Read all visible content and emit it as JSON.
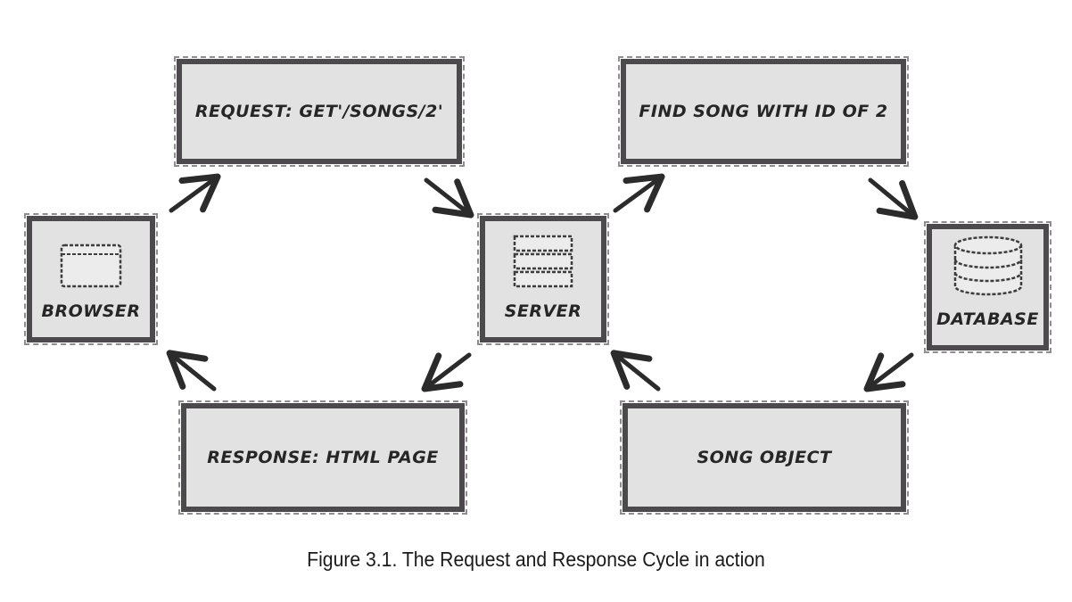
{
  "diagram": {
    "nodes": {
      "browser": {
        "label": "BROWSER",
        "icon": "browser-window-icon"
      },
      "server": {
        "label": "SERVER",
        "icon": "server-stack-icon"
      },
      "database": {
        "label": "DATABASE",
        "icon": "database-cylinder-icon"
      }
    },
    "steps": {
      "request": "REQUEST: GET'/SONGS/2'",
      "find_song": "FIND SONG WITH ID OF 2",
      "song_object": "SONG OBJECT",
      "response": "RESPONSE: HTML PAGE"
    },
    "colors": {
      "box_fill": "#e3e2e2",
      "box_border": "#4c4a4c",
      "arrow": "#2b2b2b"
    }
  },
  "caption": "Figure 3.1. The Request and Response Cycle in action"
}
